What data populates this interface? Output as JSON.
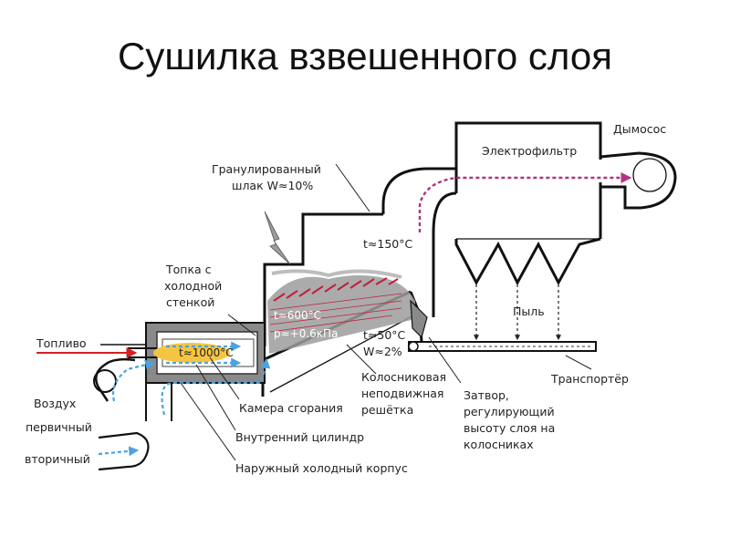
{
  "title": "Сушилка взвешенного слоя",
  "labels": {
    "fuel": "Топливо",
    "air_1": "Воздух",
    "air_2": "первичный",
    "air_secondary": "вторичный",
    "furnace_1": "Топка с",
    "furnace_2": "холодной",
    "furnace_3": "стенкой",
    "slag_1": "Гранулированный",
    "slag_2": "шлак W≈10%",
    "electrofilter": "Электрофильтр",
    "exhauster": "Дымосос",
    "temp_150": "t≈150°C",
    "temp_600": "t≈600°C",
    "pressure": "p≈+0.6кПа",
    "temp_1000": "t≈1000°C",
    "temp_50": "t≈50°C",
    "moisture_2": "W≈2%",
    "dust": "Пыль",
    "transporter": "Транспортёр",
    "grate_1": "Колосниковая",
    "grate_2": "неподвижная",
    "grate_3": "решётка",
    "gate_1": "Затвор,",
    "gate_2": "регулирующий",
    "gate_3": "высоту слоя на",
    "gate_4": "колосниках",
    "combustion_chamber": "Камера сгорания",
    "inner_cylinder": "Внутренний цилиндр",
    "outer_body": "Наружный холодный корпус"
  },
  "colors": {
    "flow_blue": "#4ba3e0",
    "flow_magenta": "#b0357f",
    "flame": "#f5c542",
    "fuel_red": "#d42020",
    "layer_gray": "#9c9c9c",
    "casing_gray": "#8a8a8a"
  }
}
